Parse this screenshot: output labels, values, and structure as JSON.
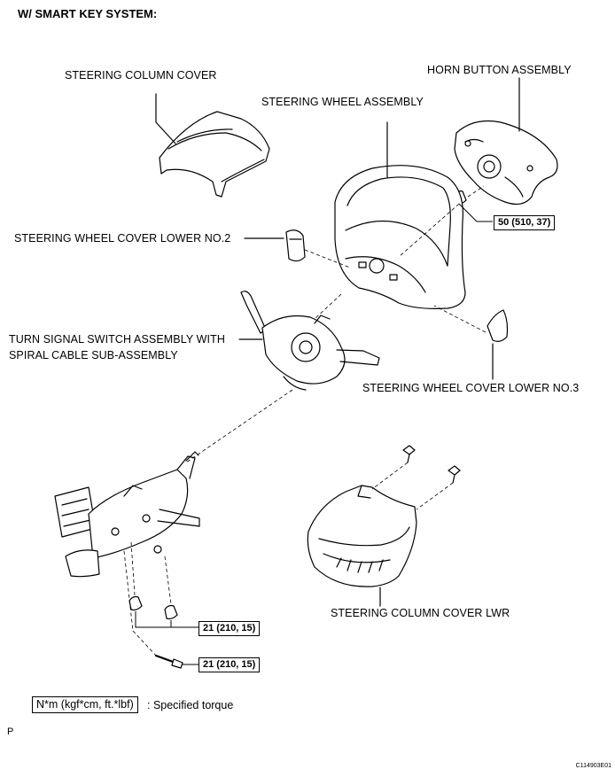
{
  "title": "W/ SMART KEY SYSTEM:",
  "parts": {
    "steering_column_cover": "STEERING COLUMN COVER",
    "horn_button_assembly": "HORN BUTTON ASSEMBLY",
    "steering_wheel_assembly": "STEERING WHEEL ASSEMBLY",
    "steering_wheel_cover_lower_no2": "STEERING WHEEL COVER LOWER NO.2",
    "turn_signal_line1": "TURN SIGNAL SWITCH ASSEMBLY WITH",
    "turn_signal_line2": "SPIRAL CABLE SUB-ASSEMBLY",
    "steering_wheel_cover_lower_no3": "STEERING WHEEL COVER LOWER NO.3",
    "steering_column_cover_lwr": "STEERING COLUMN COVER LWR"
  },
  "torques": {
    "horn_nut": "50 (510, 37)",
    "column_nuts": "21 (210, 15)",
    "column_bolt": "21 (210, 15)"
  },
  "legend": {
    "unit": "N*m (kgf*cm, ft.*lbf)",
    "description": ": Specified torque"
  },
  "page_mark": "P",
  "figure_code": "C114903E01"
}
